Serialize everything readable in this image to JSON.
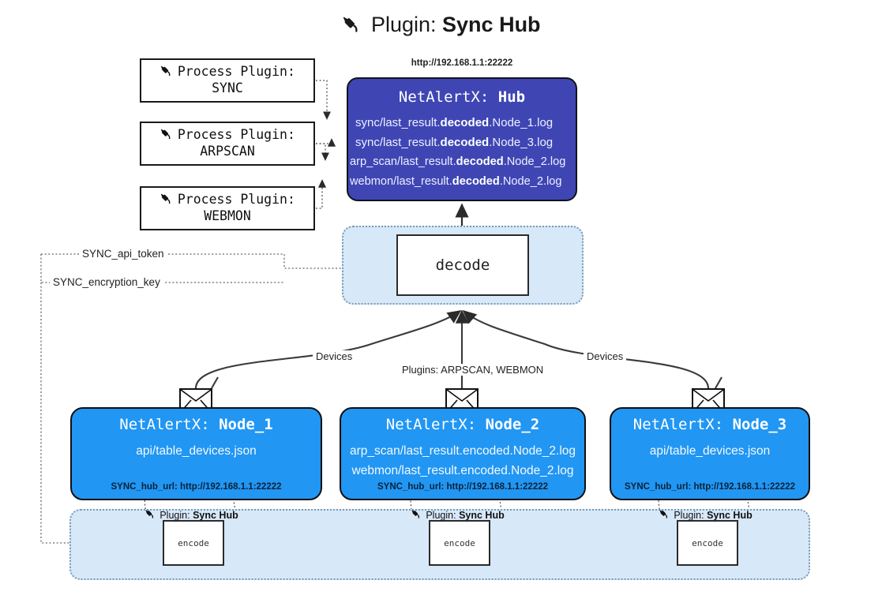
{
  "title": {
    "icon": "plug-icon",
    "prefix": "Plugin:",
    "name": "Sync Hub"
  },
  "process_plugins": [
    {
      "icon": "plug-icon",
      "label": "Process Plugin:",
      "value": "SYNC"
    },
    {
      "icon": "plug-icon",
      "label": "Process Plugin:",
      "value": "ARPSCAN"
    },
    {
      "icon": "plug-icon",
      "label": "Process Plugin:",
      "value": "WEBMON"
    }
  ],
  "hub": {
    "url": "http://192.168.1.1:22222",
    "title_prefix": "NetAlertX:",
    "title_name": "Hub",
    "color": "#3f46b4",
    "logs": [
      {
        "pre": "sync/last_result.",
        "mid": "decoded",
        "post": ".Node_1.log"
      },
      {
        "pre": "sync/last_result.",
        "mid": "decoded",
        "post": ".Node_3.log"
      },
      {
        "pre": "arp_scan/last_result.",
        "mid": "decoded",
        "post": ".Node_2.log"
      },
      {
        "pre": "webmon/last_result.",
        "mid": "decoded",
        "post": ".Node_2.log"
      }
    ]
  },
  "decode": {
    "label": "decode",
    "zone_color": "#d7e8f9"
  },
  "tokens": [
    {
      "label": "SYNC_api_token"
    },
    {
      "label": "SYNC_encryption_key"
    }
  ],
  "edge_labels": {
    "left_devices": "Devices",
    "right_devices": "Devices",
    "center_plugins": "Plugins: ARPSCAN, WEBMON"
  },
  "nodes": [
    {
      "icon": "envelope-icon",
      "title_prefix": "NetAlertX:",
      "title_name": "Node_1",
      "color": "#2196f3",
      "lines": [
        {
          "text": "api/table_devices.json"
        }
      ],
      "hub_url": "SYNC_hub_url: http://192.168.1.1:22222"
    },
    {
      "icon": "envelope-icon",
      "title_prefix": "NetAlertX:",
      "title_name": "Node_2",
      "color": "#2196f3",
      "lines": [
        {
          "text": "arp_scan/last_result.encoded.Node_2.log"
        },
        {
          "text": "webmon/last_result.encoded.Node_2.log"
        }
      ],
      "hub_url": "SYNC_hub_url: http://192.168.1.1:22222"
    },
    {
      "icon": "envelope-icon",
      "title_prefix": "NetAlertX:",
      "title_name": "Node_3",
      "color": "#2196f3",
      "lines": [
        {
          "text": "api/table_devices.json"
        }
      ],
      "hub_url": "SYNC_hub_url: http://192.168.1.1:22222"
    }
  ],
  "encoders": [
    {
      "icon": "plug-icon",
      "label_prefix": "Plugin:",
      "label_name": "Sync Hub",
      "box": "encode"
    },
    {
      "icon": "plug-icon",
      "label_prefix": "Plugin:",
      "label_name": "Sync Hub",
      "box": "encode"
    },
    {
      "icon": "plug-icon",
      "label_prefix": "Plugin:",
      "label_name": "Sync Hub",
      "box": "encode"
    }
  ]
}
